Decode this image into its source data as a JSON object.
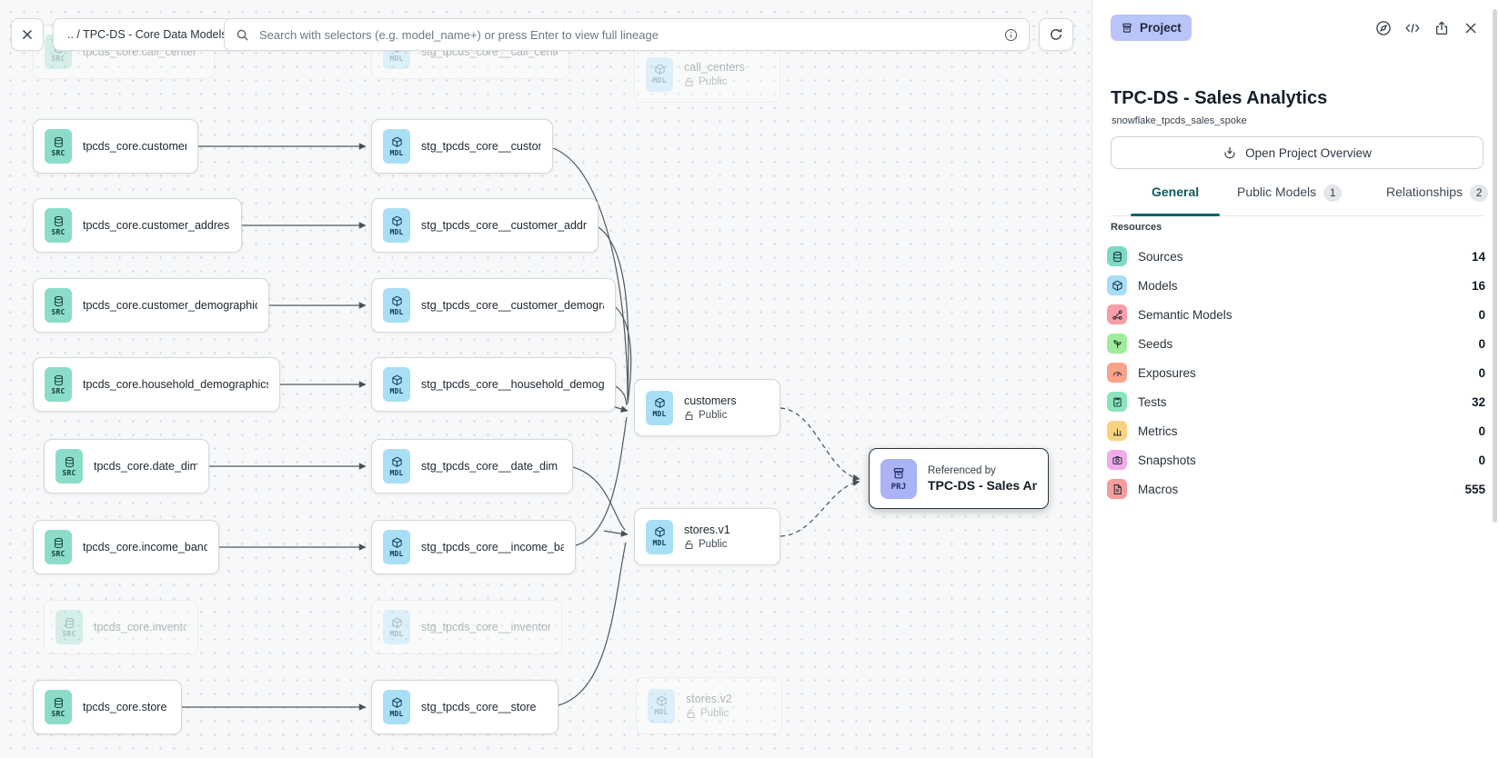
{
  "toolbar": {
    "close_icon": "x-icon",
    "breadcrumb": ".. / TPC-DS - Core Data Models",
    "search_placeholder": "Search with selectors (e.g. model_name+) or press Enter to view full lineage",
    "search_icon": "magnifier-icon",
    "info_icon": "info-circle-icon",
    "refresh_icon": "refresh-icon"
  },
  "nodes": {
    "src": [
      {
        "badge": "SRC",
        "label": "tpcds_core.call_center"
      },
      {
        "badge": "SRC",
        "label": "tpcds_core.customer"
      },
      {
        "badge": "SRC",
        "label": "tpcds_core.customer_address"
      },
      {
        "badge": "SRC",
        "label": "tpcds_core.customer_demographics"
      },
      {
        "badge": "SRC",
        "label": "tpcds_core.household_demographics"
      },
      {
        "badge": "SRC",
        "label": "tpcds_core.date_dim"
      },
      {
        "badge": "SRC",
        "label": "tpcds_core.income_band"
      },
      {
        "badge": "SRC",
        "label": "tpcds_core.inventory"
      },
      {
        "badge": "SRC",
        "label": "tpcds_core.store"
      }
    ],
    "stg": [
      {
        "badge": "MDL",
        "label": "stg_tpcds_core__call_center"
      },
      {
        "badge": "MDL",
        "label": "stg_tpcds_core__customer"
      },
      {
        "badge": "MDL",
        "label": "stg_tpcds_core__customer_address"
      },
      {
        "badge": "MDL",
        "label": "stg_tpcds_core__customer_demogra…"
      },
      {
        "badge": "MDL",
        "label": "stg_tpcds_core__household_demogr…"
      },
      {
        "badge": "MDL",
        "label": "stg_tpcds_core__date_dim"
      },
      {
        "badge": "MDL",
        "label": "stg_tpcds_core__income_band"
      },
      {
        "badge": "MDL",
        "label": "stg_tpcds_core__inventory"
      },
      {
        "badge": "MDL",
        "label": "stg_tpcds_core__store"
      }
    ],
    "pub": [
      {
        "badge": "MDL",
        "label": "call_centers",
        "access": "Public"
      },
      {
        "badge": "MDL",
        "label": "customers",
        "access": "Public"
      },
      {
        "badge": "MDL",
        "label": "stores.v1",
        "access": "Public"
      },
      {
        "badge": "MDL",
        "label": "stores.v2",
        "access": "Public"
      }
    ],
    "project": {
      "badge": "PRJ",
      "kicker": "Referenced by",
      "label": "TPC-DS - Sales Analytics"
    }
  },
  "panel": {
    "type_badge": "Project",
    "header_icons": [
      "compass-icon",
      "code-icon",
      "share-icon",
      "close-icon"
    ],
    "title": "TPC-DS - Sales Analytics",
    "subtitle": "snowflake_tpcds_sales_spoke",
    "overview_button": "Open Project Overview",
    "tabs": [
      {
        "label": "General",
        "active": true
      },
      {
        "label": "Public Models",
        "count": "1"
      },
      {
        "label": "Relationships",
        "count": "2"
      }
    ],
    "resources_heading": "Resources",
    "resources": [
      {
        "icon": "database-icon",
        "label": "Sources",
        "count": "14"
      },
      {
        "icon": "cube-icon",
        "label": "Models",
        "count": "16"
      },
      {
        "icon": "graph-nodes-icon",
        "label": "Semantic Models",
        "count": "0"
      },
      {
        "icon": "seedling-icon",
        "label": "Seeds",
        "count": "0"
      },
      {
        "icon": "gauge-icon",
        "label": "Exposures",
        "count": "0"
      },
      {
        "icon": "clipboard-check-icon",
        "label": "Tests",
        "count": "32"
      },
      {
        "icon": "bar-chart-icon",
        "label": "Metrics",
        "count": "0"
      },
      {
        "icon": "camera-icon",
        "label": "Snapshots",
        "count": "0"
      },
      {
        "icon": "document-icon",
        "label": "Macros",
        "count": "555"
      }
    ]
  },
  "colors": {
    "source_badge": "#8cdcca",
    "model_badge": "#a9def7",
    "project_badge": "#a9b3f6",
    "active_tab": "#0c5a60",
    "type_badge_bg": "#b9c4f8",
    "canvas_bg": "#f7f8f9"
  }
}
